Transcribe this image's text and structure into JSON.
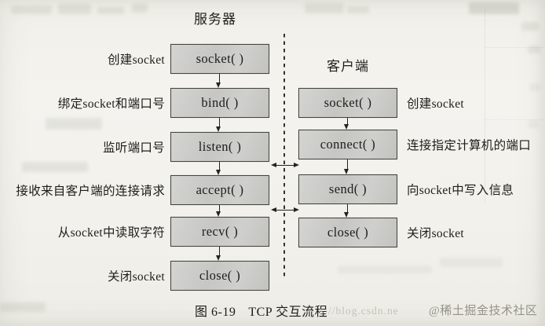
{
  "figure": {
    "server": {
      "title": "服务器",
      "steps": [
        {
          "label": "创建socket",
          "func": "socket( )"
        },
        {
          "label": "绑定socket和端口号",
          "func": "bind( )"
        },
        {
          "label": "监听端口号",
          "func": "listen( )"
        },
        {
          "label": "接收来自客户端的连接请求",
          "func": "accept( )"
        },
        {
          "label": "从socket中读取字符",
          "func": "recv( )"
        },
        {
          "label": "关闭socket",
          "func": "close( )"
        }
      ]
    },
    "client": {
      "title": "客户端",
      "steps": [
        {
          "func": "socket( )",
          "label": "创建socket"
        },
        {
          "func": "connect( )",
          "label": "连接指定计算机的端口"
        },
        {
          "func": "send( )",
          "label": "向socket中写入信息"
        },
        {
          "func": "close( )",
          "label": "关闭socket"
        }
      ]
    },
    "caption": {
      "number": "图 6-19",
      "title": "TCP 交互流程"
    },
    "watermark": {
      "url_text": "s://blog.csdn.ne",
      "community": "@稀土掘金技术社区"
    },
    "colors": {
      "paper": "#f2f1ec",
      "box_fill": "#c9c9c6",
      "box_border": "#45453f",
      "text": "#1d1d1b",
      "watermark_gray": "#94928a"
    }
  }
}
